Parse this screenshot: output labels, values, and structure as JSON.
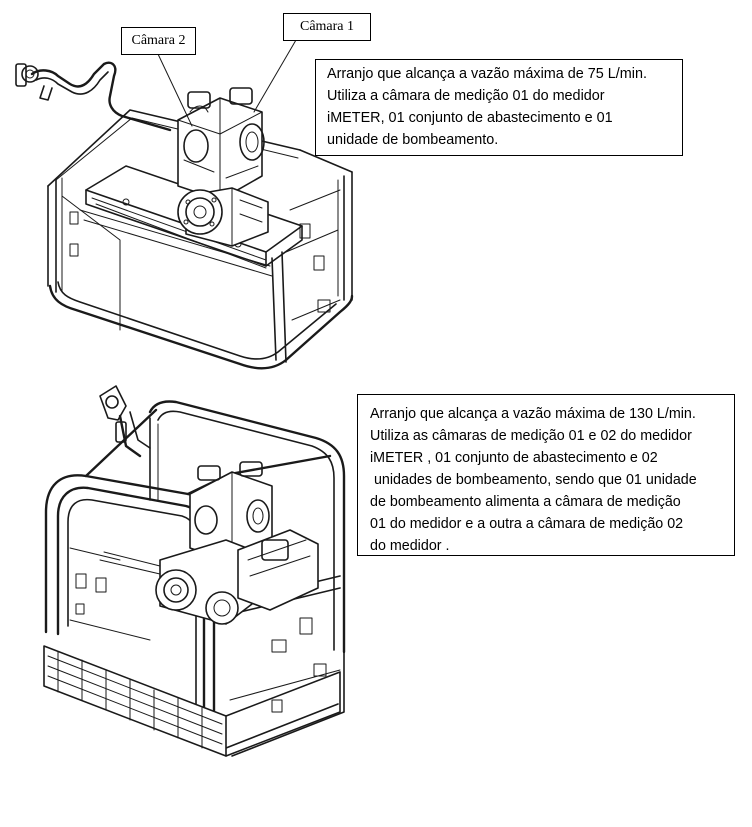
{
  "labels": {
    "camera1": "Câmara 1",
    "camera2": "Câmara 2"
  },
  "notes": {
    "top": {
      "lines": [
        "Arranjo que alcança a vazão máxima de 75 L/min.",
        "Utiliza a câmara de medição 01 do medidor",
        "iMETER, 01 conjunto de abastecimento e 01",
        "unidade de bombeamento."
      ]
    },
    "bottom": {
      "lines": [
        "Arranjo que alcança a vazão máxima de 130 L/min.",
        "Utiliza as câmaras de medição 01 e 02 do medidor",
        "iMETER , 01 conjunto de abastecimento e 02",
        " unidades de bombeamento, sendo que 01 unidade",
        "de bombeamento alimenta a câmara de medição",
        "01 do medidor e a outra a câmara de medição 02",
        "do medidor ."
      ]
    }
  }
}
